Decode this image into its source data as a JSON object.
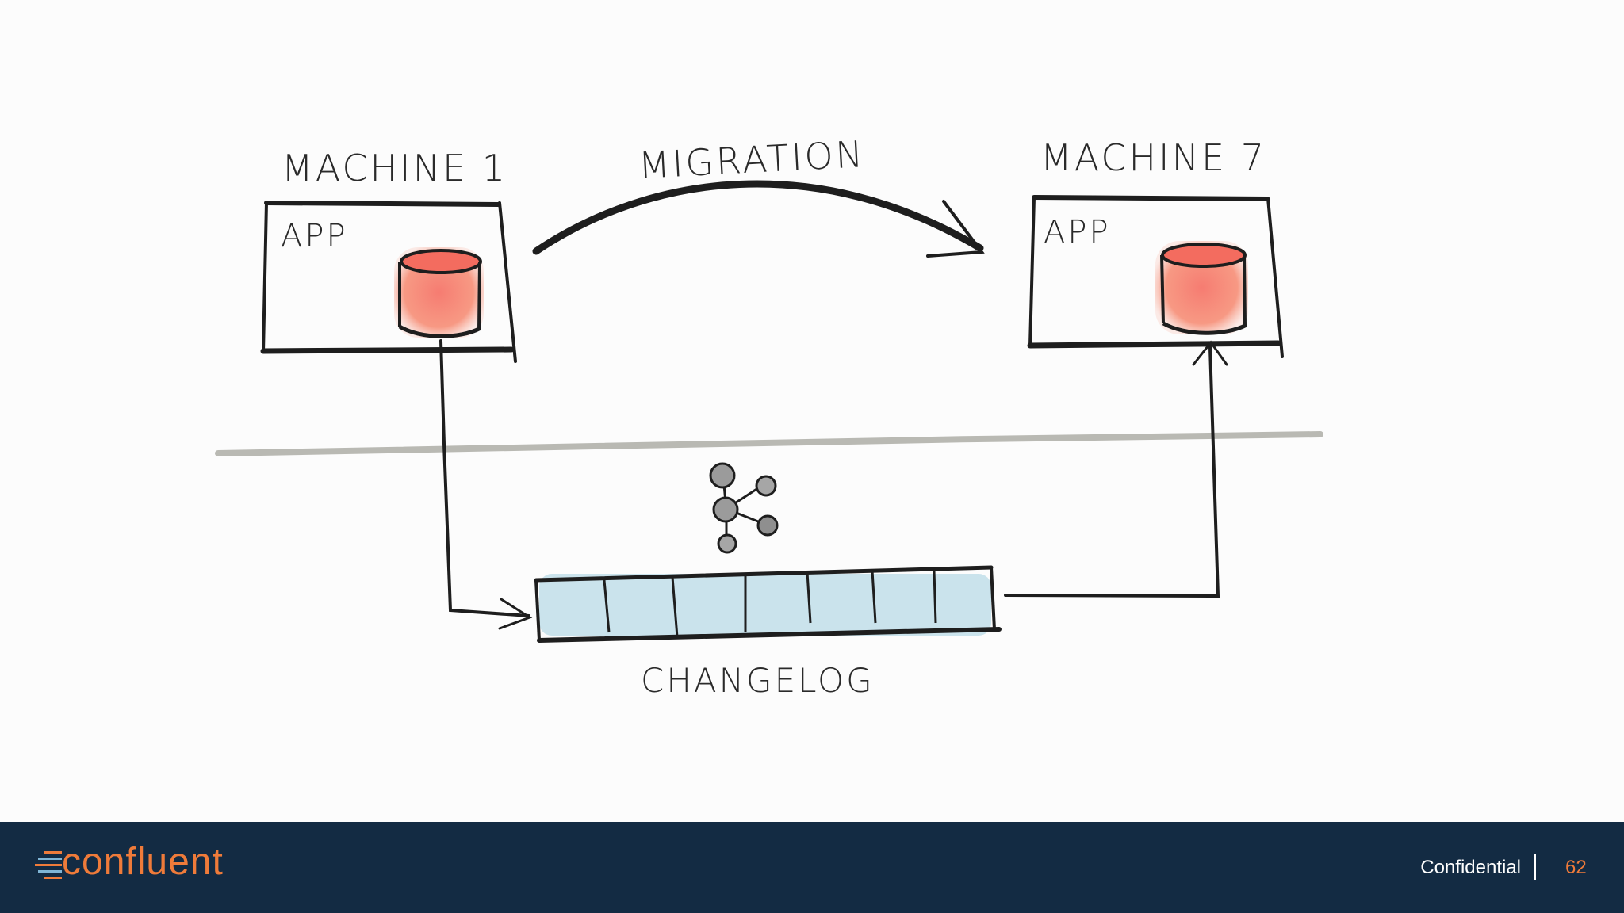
{
  "diagram": {
    "machine_left_label": "MACHINE 1",
    "machine_right_label": "MACHINE 7",
    "app_left_label": "APP",
    "app_right_label": "APP",
    "migration_label": "MIGRATION",
    "changelog_label": "CHANGELOG",
    "colors": {
      "store_fill": "#f47a6a",
      "changelog_fill": "#b9dbe7",
      "network_line": "#b9b9b3",
      "ink": "#1e1e1e"
    }
  },
  "footer": {
    "brand": "confluent",
    "confidential": "Confidential",
    "page_number": "62",
    "background": "#132b43",
    "accent": "#ef7b3a"
  }
}
